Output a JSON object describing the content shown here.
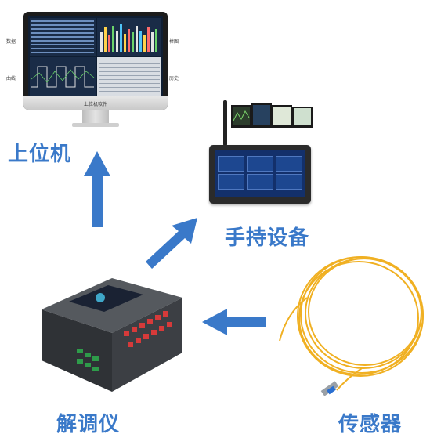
{
  "captions": {
    "host": "上位机",
    "handheld": "手持设备",
    "demodulator": "解调仪",
    "sensor": "传感器"
  },
  "monitor": {
    "screen_title": "上位机软件",
    "labels": {
      "data": "数据",
      "bar": "棒图",
      "curve": "曲线",
      "history": "历史"
    }
  },
  "colors": {
    "caption": "#3a79c9",
    "arrow": "#3a79c9"
  }
}
